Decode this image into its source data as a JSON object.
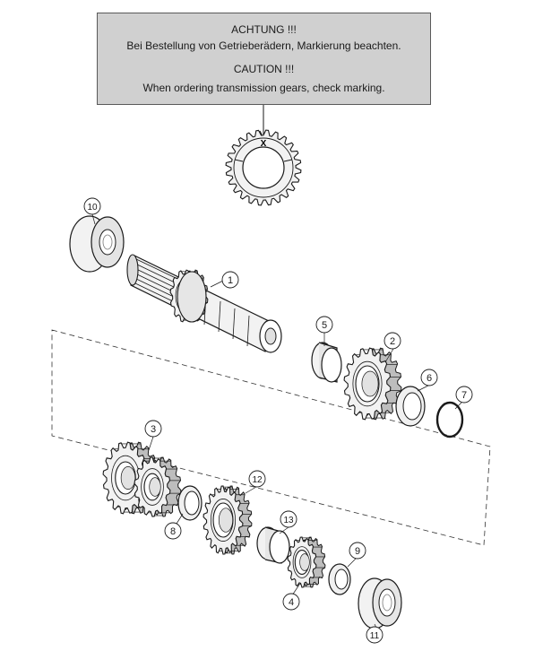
{
  "notice": {
    "de_title": "ACHTUNG !!!",
    "de_text": "Bei Bestellung von Getrieberädern, Markierung beachten.",
    "en_title": "CAUTION !!!",
    "en_text": "When ordering transmission gears, check marking."
  },
  "gear_mark": "X",
  "callouts": [
    "1",
    "2",
    "3",
    "4",
    "5",
    "6",
    "7",
    "8",
    "9",
    "10",
    "11",
    "12",
    "13"
  ],
  "colors": {
    "line": "#1a1a1a",
    "notice_bg": "#d0d0d0",
    "part_fill": "#f2f2f2",
    "part_shade": "#bdbdbd"
  }
}
